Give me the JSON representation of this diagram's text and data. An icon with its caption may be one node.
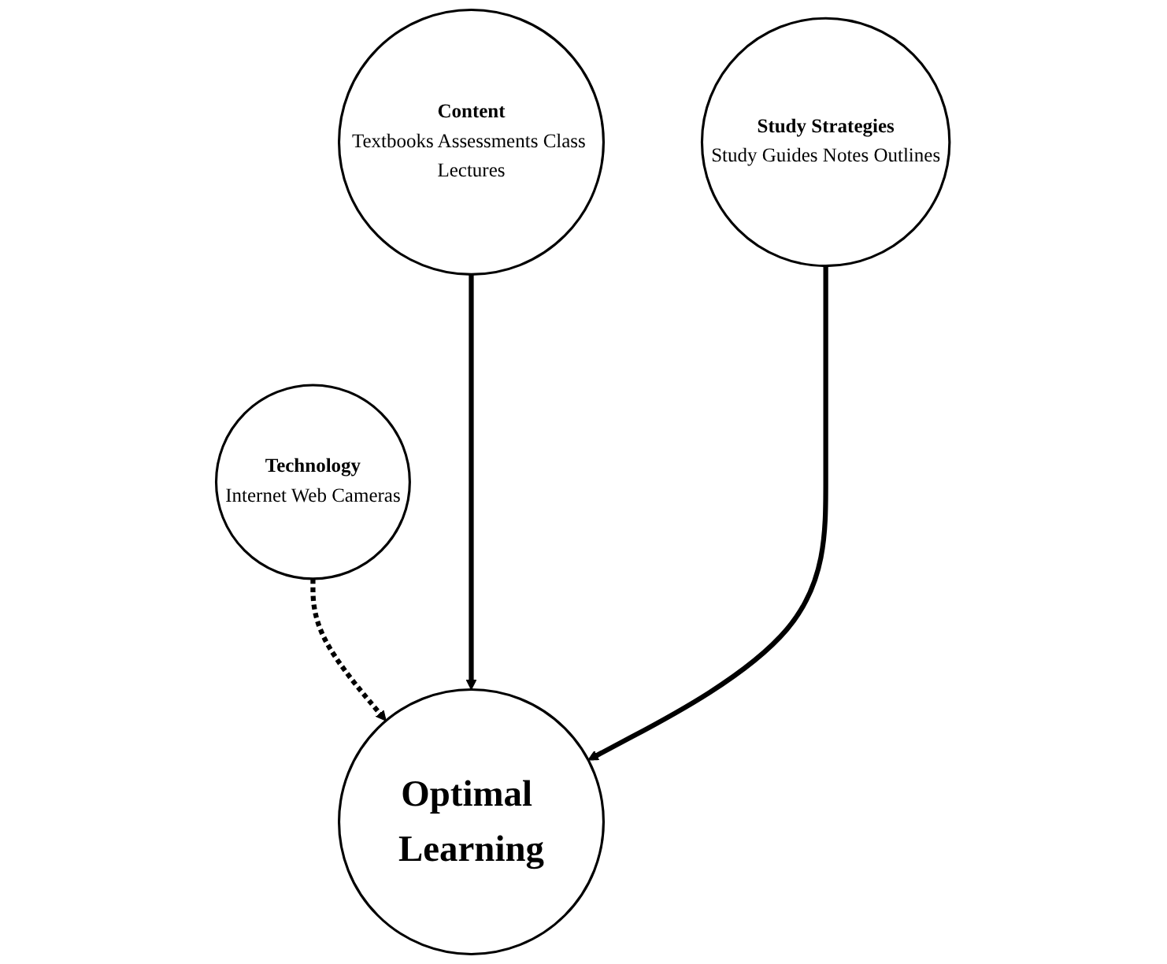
{
  "diagram": {
    "nodes": [
      {
        "text": [
          "Technology",
          "Internet Web Cameras"
        ]
      },
      {
        "text": [
          "Optimal Learning"
        ]
      },
      {
        "text": [
          "Content",
          "Textbooks Assessments Class Lectures"
        ]
      },
      {
        "text": [
          "Study Strategies",
          "Study Guides Notes Outlines"
        ]
      }
    ],
    "edges": [
      {
        "from": 0,
        "to": 1,
        "arrow": "to",
        "style": "dashed"
      },
      {
        "from": 2,
        "to": 1,
        "arrow": "to"
      },
      {
        "from": 3,
        "to": 1,
        "arrow": "to"
      }
    ]
  }
}
